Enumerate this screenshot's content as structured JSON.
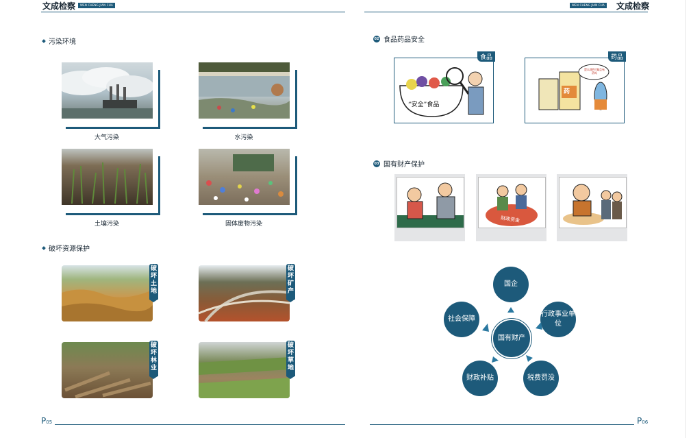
{
  "header": {
    "left_title": "文成检察",
    "left_tag": "WEN CHENG JIAN CHA",
    "right_tag": "WEN CHENG JIAN CHA",
    "right_title": "文成检察"
  },
  "left_page": {
    "section1_title": "污染环境",
    "photos": [
      {
        "caption": "大气污染"
      },
      {
        "caption": "水污染"
      },
      {
        "caption": "土壤污染"
      },
      {
        "caption": "固体废物污染"
      }
    ],
    "section2_title": "破坏资源保护",
    "resource_photos": [
      {
        "tag": "破坏土地"
      },
      {
        "tag": "破坏矿产"
      },
      {
        "tag": "破坏林业"
      },
      {
        "tag": "破坏草地"
      }
    ],
    "page_prefix": "P",
    "page_number": "05"
  },
  "right_page": {
    "section1_num": "02",
    "section1_title": "食品药品安全",
    "food_tag": "食品",
    "food_caption": "“安全”食品",
    "drug_tag": "药品",
    "drug_label": "药",
    "drug_bubble": "是么顾性?毒且有药吗",
    "section2_num": "03",
    "section2_title": "国有财产保护",
    "cartoon3_label": "财政资金",
    "diagram": {
      "center": "国有财产",
      "top": "国企",
      "right_top": "行政事业单位",
      "right_bottom": "税费罚没",
      "left_bottom": "财政补贴",
      "left_top": "社会保障"
    },
    "page_prefix": "P",
    "page_number": "06"
  },
  "colors": {
    "accent": "#1d5a7a"
  }
}
